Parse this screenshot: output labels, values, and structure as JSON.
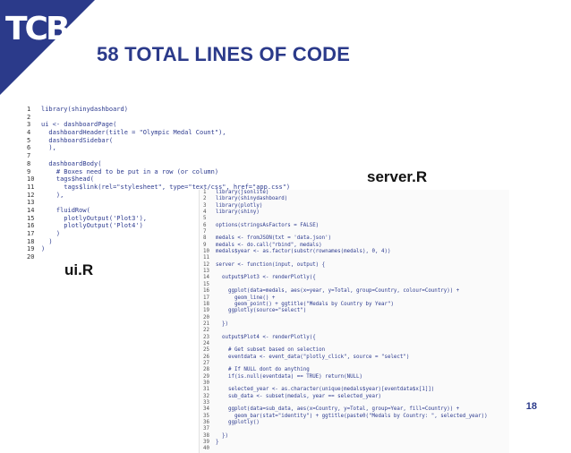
{
  "logo": {
    "text": "TCB"
  },
  "slide": {
    "title": "58 TOTAL LINES OF CODE",
    "page_number": "18"
  },
  "labels": {
    "server": "server.R",
    "ui": "ui.R"
  },
  "ui_code": [
    {
      "n": "1",
      "t": "library(shinydashboard)"
    },
    {
      "n": "2",
      "t": ""
    },
    {
      "n": "3",
      "t": "ui <- dashboardPage("
    },
    {
      "n": "4",
      "t": "  dashboardHeader(title = \"Olympic Medal Count\"),"
    },
    {
      "n": "5",
      "t": "  dashboardSidebar("
    },
    {
      "n": "6",
      "t": "  ),"
    },
    {
      "n": "7",
      "t": ""
    },
    {
      "n": "8",
      "t": "  dashboardBody("
    },
    {
      "n": "9",
      "t": "    # Boxes need to be put in a row (or column)"
    },
    {
      "n": "10",
      "t": "    tags$head("
    },
    {
      "n": "11",
      "t": "      tags$link(rel=\"stylesheet\", type=\"text/css\", href=\"app.css\")"
    },
    {
      "n": "12",
      "t": "    ),"
    },
    {
      "n": "13",
      "t": ""
    },
    {
      "n": "14",
      "t": "    fluidRow("
    },
    {
      "n": "15",
      "t": "      plotlyOutput('Plot3'),"
    },
    {
      "n": "16",
      "t": "      plotlyOutput('Plot4')"
    },
    {
      "n": "17",
      "t": "    )"
    },
    {
      "n": "18",
      "t": "  )"
    },
    {
      "n": "19",
      "t": ")"
    },
    {
      "n": "20",
      "t": ""
    }
  ],
  "server_code": [
    {
      "n": "1",
      "t": "library(jsonlite)"
    },
    {
      "n": "2",
      "t": "library(shinydashboard)"
    },
    {
      "n": "3",
      "t": "library(plotly)"
    },
    {
      "n": "4",
      "t": "library(shiny)"
    },
    {
      "n": "5",
      "t": ""
    },
    {
      "n": "6",
      "t": "options(stringsAsFactors = FALSE)"
    },
    {
      "n": "7",
      "t": ""
    },
    {
      "n": "8",
      "t": "medals <- fromJSON(txt = 'data.json')"
    },
    {
      "n": "9",
      "t": "medals <- do.call(\"rbind\", medals)"
    },
    {
      "n": "10",
      "t": "medals$year <- as.factor(substr(rownames(medals), 0, 4))"
    },
    {
      "n": "11",
      "t": ""
    },
    {
      "n": "12",
      "t": "server <- function(input, output) {"
    },
    {
      "n": "13",
      "t": ""
    },
    {
      "n": "14",
      "t": "  output$Plot3 <- renderPlotly({"
    },
    {
      "n": "15",
      "t": ""
    },
    {
      "n": "16",
      "t": "    ggplot(data=medals, aes(x=year, y=Total, group=Country, colour=Country)) +"
    },
    {
      "n": "17",
      "t": "      geom_line() +"
    },
    {
      "n": "18",
      "t": "      geom_point() + ggtitle(\"Medals by Country by Year\")"
    },
    {
      "n": "19",
      "t": "    ggplotly(source=\"select\")"
    },
    {
      "n": "20",
      "t": ""
    },
    {
      "n": "21",
      "t": "  })"
    },
    {
      "n": "22",
      "t": ""
    },
    {
      "n": "23",
      "t": "  output$Plot4 <- renderPlotly({"
    },
    {
      "n": "24",
      "t": ""
    },
    {
      "n": "25",
      "t": "    # Get subset based on selection"
    },
    {
      "n": "26",
      "t": "    eventdata <- event_data(\"plotly_click\", source = \"select\")"
    },
    {
      "n": "27",
      "t": ""
    },
    {
      "n": "28",
      "t": "    # If NULL dont do anything"
    },
    {
      "n": "29",
      "t": "    if(is.null(eventdata) == TRUE) return(NULL)"
    },
    {
      "n": "30",
      "t": ""
    },
    {
      "n": "31",
      "t": "    selected_year <- as.character(unique(medals$year)[eventdata$x[1]])"
    },
    {
      "n": "32",
      "t": "    sub_data <- subset(medals, year == selected_year)"
    },
    {
      "n": "33",
      "t": ""
    },
    {
      "n": "34",
      "t": "    ggplot(data=sub_data, aes(x=Country, y=Total, group=Year, fill=Country)) +"
    },
    {
      "n": "35",
      "t": "      geom_bar(stat=\"identity\") + ggtitle(paste0(\"Medals by Country: \", selected_year))"
    },
    {
      "n": "36",
      "t": "    ggplotly()"
    },
    {
      "n": "37",
      "t": ""
    },
    {
      "n": "38",
      "t": "  })"
    },
    {
      "n": "39",
      "t": "}"
    },
    {
      "n": "40",
      "t": ""
    }
  ]
}
